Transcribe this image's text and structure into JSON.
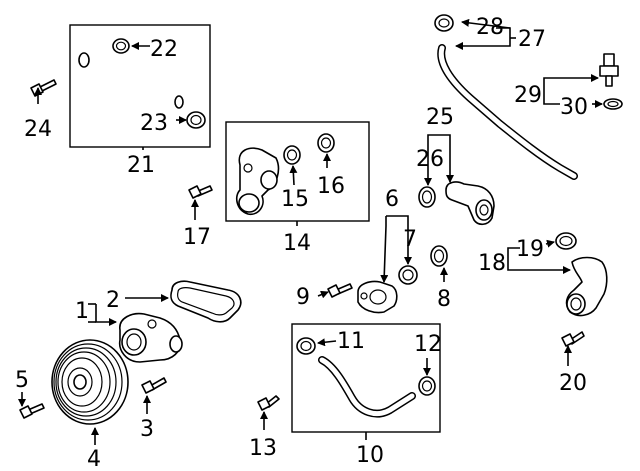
{
  "callouts": {
    "n1": "1",
    "n2": "2",
    "n3": "3",
    "n4": "4",
    "n5": "5",
    "n6": "6",
    "n7": "7",
    "n8": "8",
    "n9": "9",
    "n10": "10",
    "n11": "11",
    "n12": "12",
    "n13": "13",
    "n14": "14",
    "n15": "15",
    "n16": "16",
    "n17": "17",
    "n18": "18",
    "n19": "19",
    "n20": "20",
    "n21": "21",
    "n22": "22",
    "n23": "23",
    "n24": "24",
    "n25": "25",
    "n26": "26",
    "n27": "27",
    "n28": "28",
    "n29": "29",
    "n30": "30"
  },
  "icons": [
    "pulley-icon",
    "water-pump-icon",
    "gasket-icon",
    "bolt-icon",
    "o-ring-icon",
    "coolant-tube-icon",
    "thermostat-housing-icon",
    "outlet-icon",
    "sensor-icon",
    "hose-icon"
  ]
}
